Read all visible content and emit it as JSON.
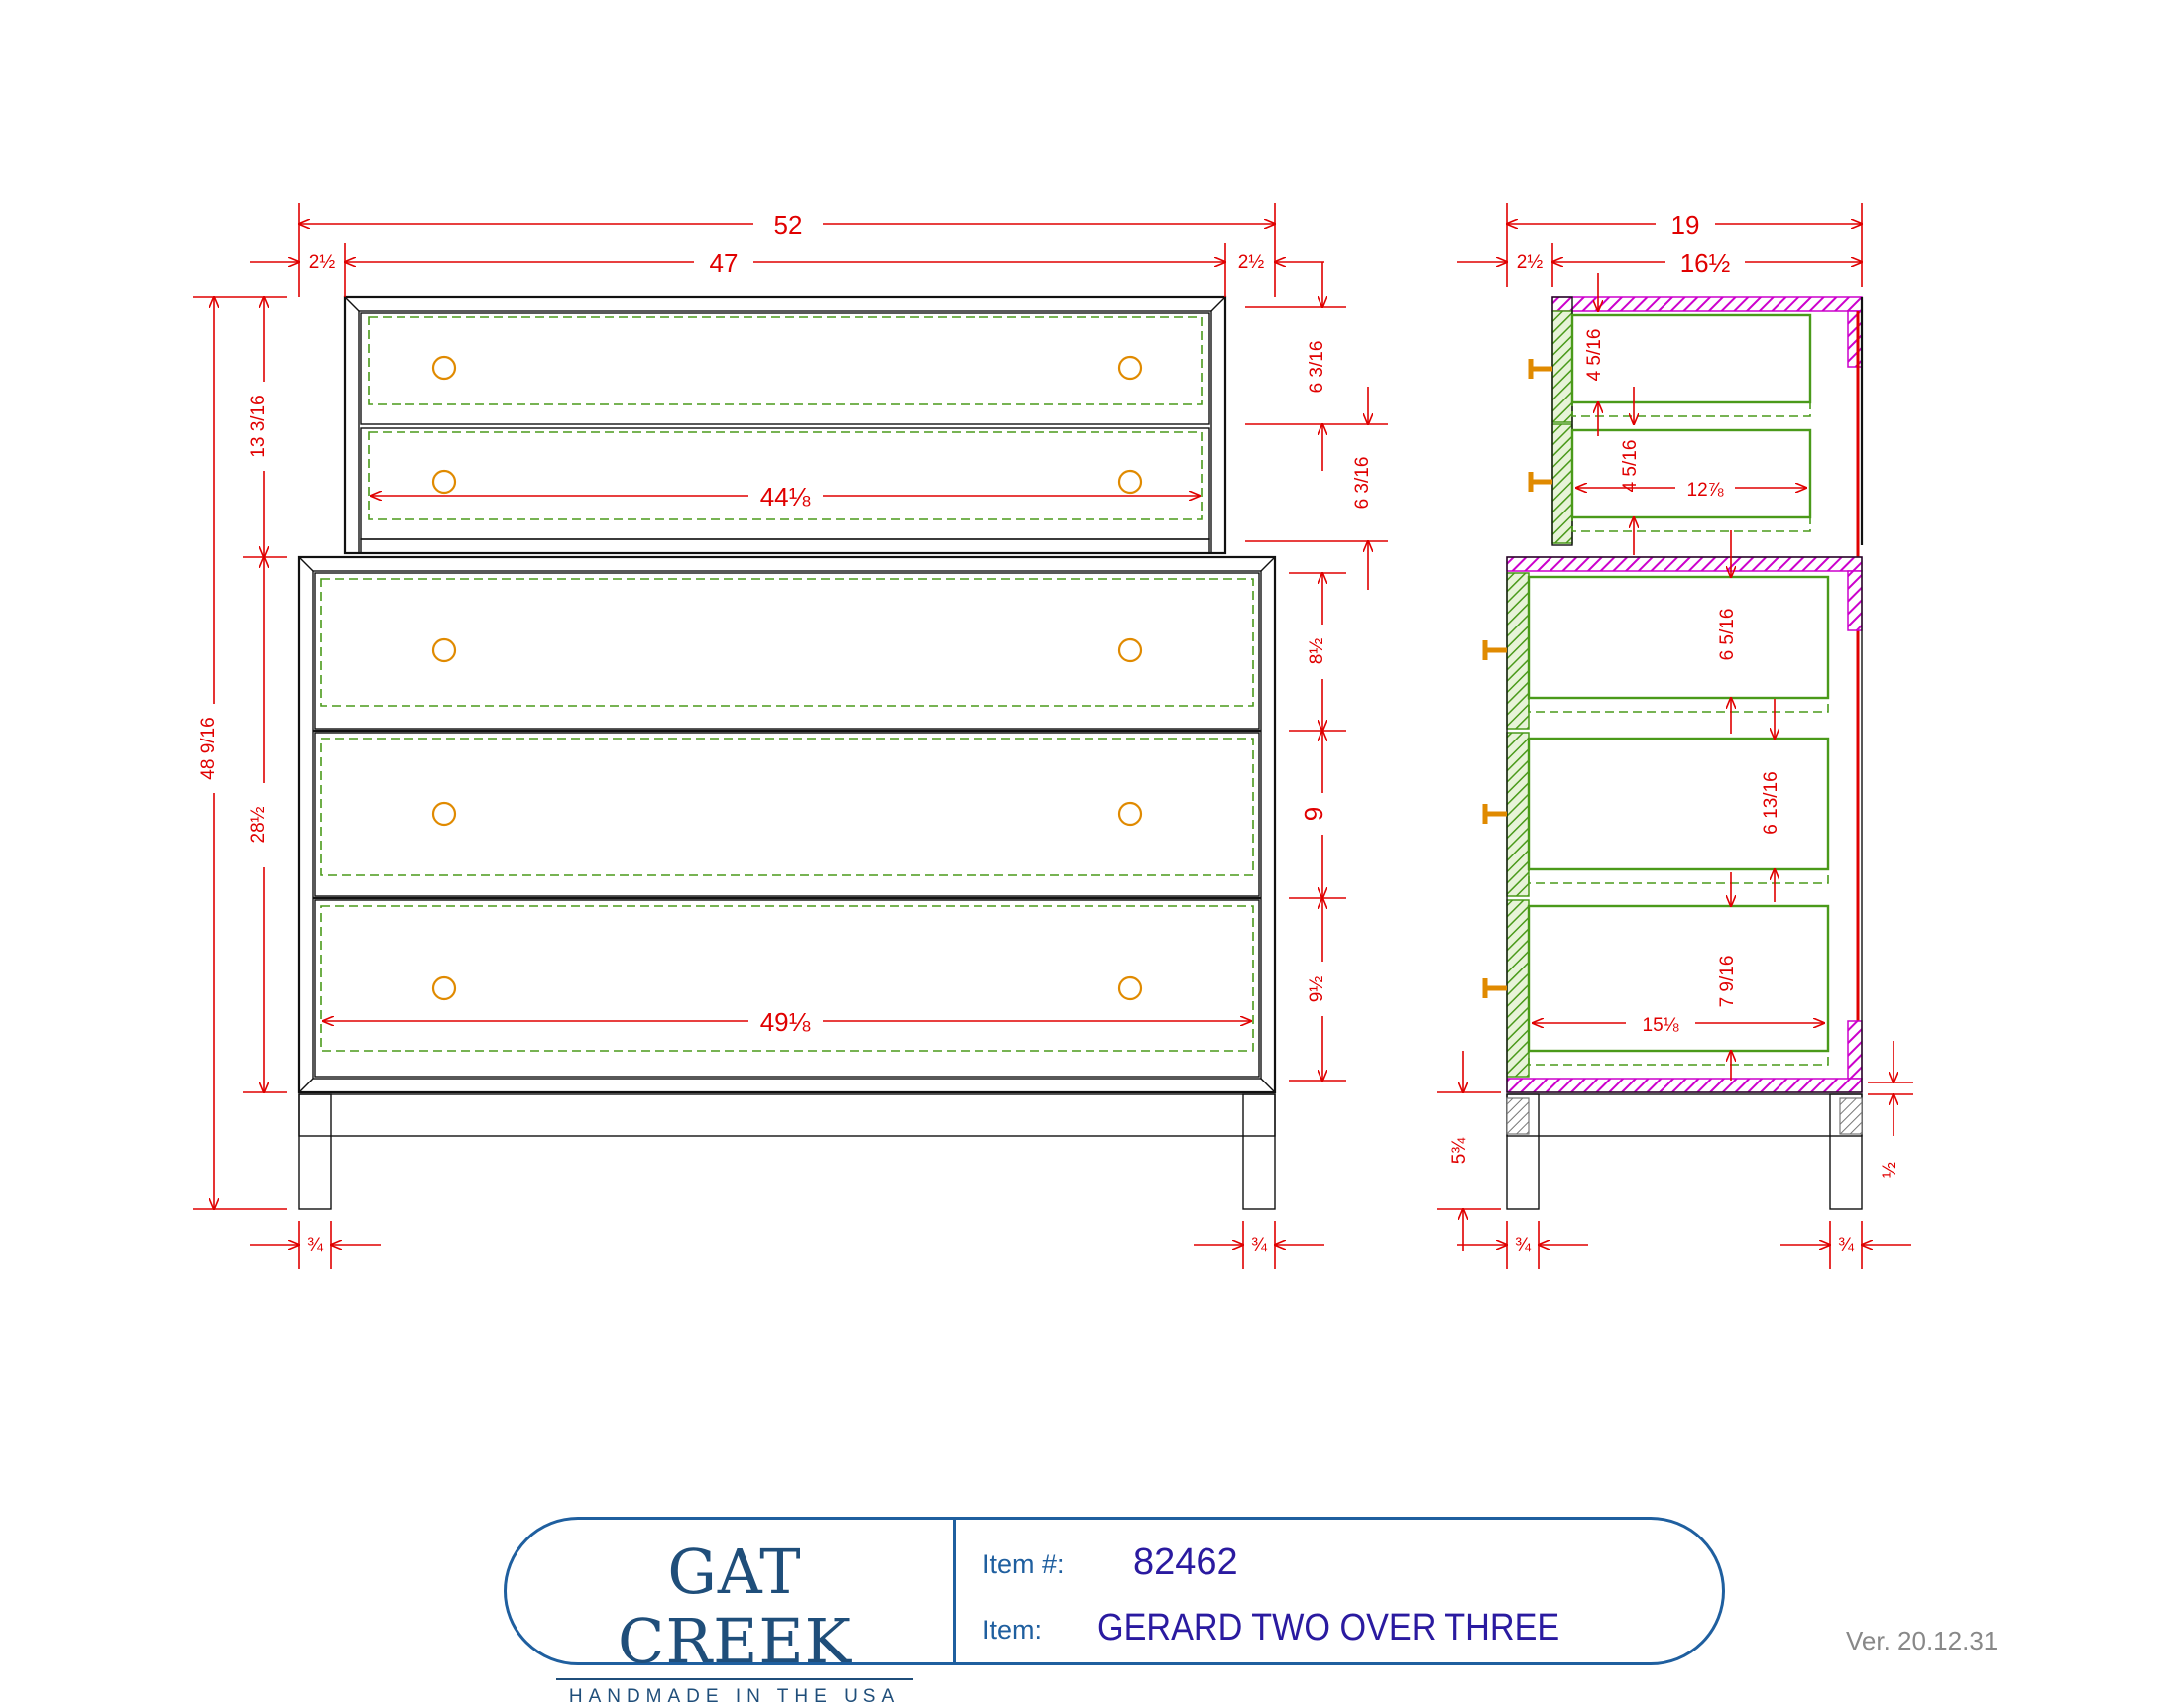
{
  "front": {
    "dims": {
      "overall_width": "52",
      "case_width": "47",
      "left_inset": "2½",
      "right_inset": "2½",
      "upper_height": "13 3/16",
      "lower_height": "28½",
      "total_height": "48 9/16",
      "upper_drawer_1": "6 3/16",
      "upper_drawer_2": "6 3/16",
      "upper_interior": "44⅛",
      "lower_drawer_1": "8½",
      "lower_drawer_2": "9",
      "lower_drawer_3": "9½",
      "lower_interior": "49⅛",
      "leg_left": "¾",
      "leg_right": "¾"
    }
  },
  "side": {
    "dims": {
      "overall_depth": "19",
      "left_inset": "2½",
      "upper_depth": "16½",
      "upper_drawer_1": "4 5/16",
      "upper_drawer_2": "4 5/16",
      "upper_drawer_depth": "12⅞",
      "lower_drawer_1": "6 5/16",
      "lower_drawer_2": "6 13/16",
      "lower_drawer_3": "7 9/16",
      "lower_drawer_depth": "15⅛",
      "base_height": "5¾",
      "stretcher": "½",
      "leg_left": "¾",
      "leg_right": "¾"
    }
  },
  "title_block": {
    "brand": "GAT CREEK",
    "tagline": "HANDMADE IN THE USA",
    "item_number_label": "Item #:",
    "item_number": "82462",
    "item_label": "Item:",
    "item_name": "GERARD TWO OVER THREE"
  },
  "version": "Ver. 20.12.31",
  "colors": {
    "dimension": "#e00000",
    "drawer_box": "#4a9a1a",
    "pull": "#e08a00",
    "panel_hatch": "#cc00cc",
    "title_block": "#1f5f9f"
  }
}
